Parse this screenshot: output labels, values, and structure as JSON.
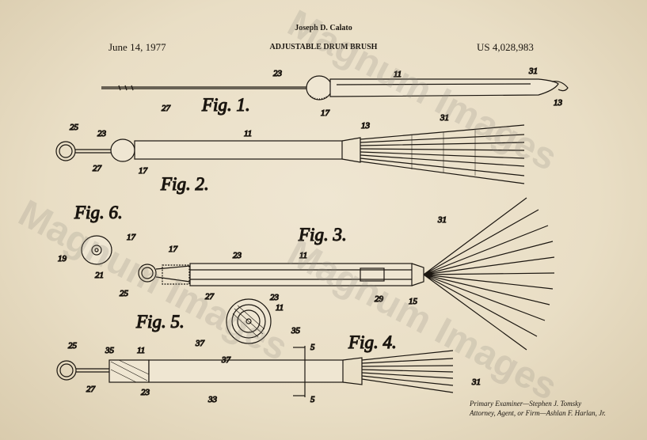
{
  "header": {
    "inventor": "Joseph D. Calato",
    "date": "June 14, 1977",
    "title": "ADJUSTABLE DRUM BRUSH",
    "patent_number": "US 4,028,983"
  },
  "figures": {
    "fig1": "Fig. 1.",
    "fig2": "Fig. 2.",
    "fig3": "Fig. 3.",
    "fig4": "Fig. 4.",
    "fig5": "Fig. 5.",
    "fig6": "Fig. 6."
  },
  "labels": {
    "fig1": [
      "23",
      "11",
      "31",
      "27",
      "17",
      "13"
    ],
    "fig2": [
      "25",
      "23",
      "11",
      "13",
      "31",
      "27",
      "17"
    ],
    "fig6": [
      "17",
      "19",
      "21"
    ],
    "fig3": [
      "31",
      "17",
      "23",
      "11",
      "25",
      "27",
      "29",
      "15"
    ],
    "fig5": [
      "23",
      "11",
      "35",
      "37"
    ],
    "fig4": [
      "25",
      "35",
      "11",
      "37",
      "5",
      "5",
      "31",
      "27",
      "23",
      "33"
    ]
  },
  "footer": {
    "examiner": "Primary Examiner—Stephen J. Tomsky",
    "attorney": "Attorney, Agent, or Firm—Ashlan F. Harlan, Jr."
  },
  "watermark": {
    "lines": [
      "Magnum Images",
      "Magnum Images",
      "Magnum Images"
    ]
  },
  "colors": {
    "paper": "#ece2cc",
    "ink": "#1b1610"
  }
}
